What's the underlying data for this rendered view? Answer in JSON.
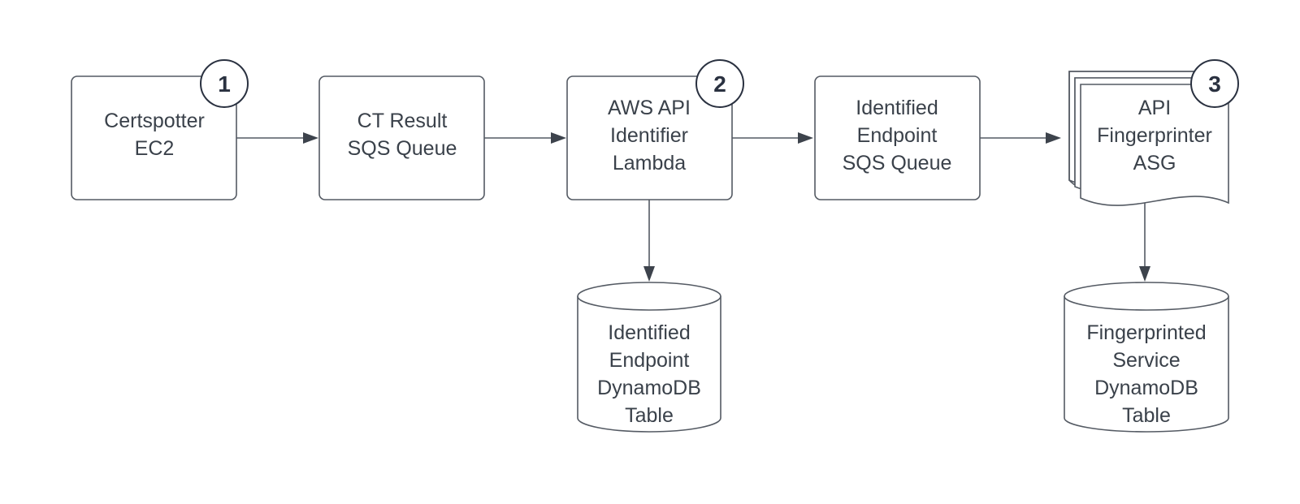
{
  "nodes": {
    "certspotter": {
      "lines": [
        "Certspotter",
        "EC2"
      ],
      "badge": "1"
    },
    "ct_result_queue": {
      "lines": [
        "CT Result",
        "SQS Queue"
      ]
    },
    "identifier_lambda": {
      "lines": [
        "AWS API",
        "Identifier",
        "Lambda"
      ],
      "badge": "2"
    },
    "identified_endpoint_queue": {
      "lines": [
        "Identified",
        "Endpoint",
        "SQS Queue"
      ]
    },
    "fingerprinter_asg": {
      "lines": [
        "API",
        "Fingerprinter",
        "ASG"
      ],
      "badge": "3"
    },
    "identified_endpoint_table": {
      "lines": [
        "Identified",
        "Endpoint",
        "DynamoDB",
        "Table"
      ]
    },
    "fingerprinted_service_table": {
      "lines": [
        "Fingerprinted",
        "Service",
        "DynamoDB",
        "Table"
      ]
    }
  },
  "edges": [
    {
      "from": "Certspotter EC2",
      "to": "CT Result SQS Queue"
    },
    {
      "from": "CT Result SQS Queue",
      "to": "AWS API Identifier Lambda"
    },
    {
      "from": "AWS API Identifier Lambda",
      "to": "Identified Endpoint SQS Queue"
    },
    {
      "from": "Identified Endpoint SQS Queue",
      "to": "API Fingerprinter ASG"
    },
    {
      "from": "AWS API Identifier Lambda",
      "to": "Identified Endpoint DynamoDB Table"
    },
    {
      "from": "API Fingerprinter ASG",
      "to": "Fingerprinted Service DynamoDB Table"
    }
  ],
  "colors": {
    "stroke": "#545a63",
    "text": "#3a414a",
    "badge": "#2a3140",
    "background": "#ffffff"
  }
}
